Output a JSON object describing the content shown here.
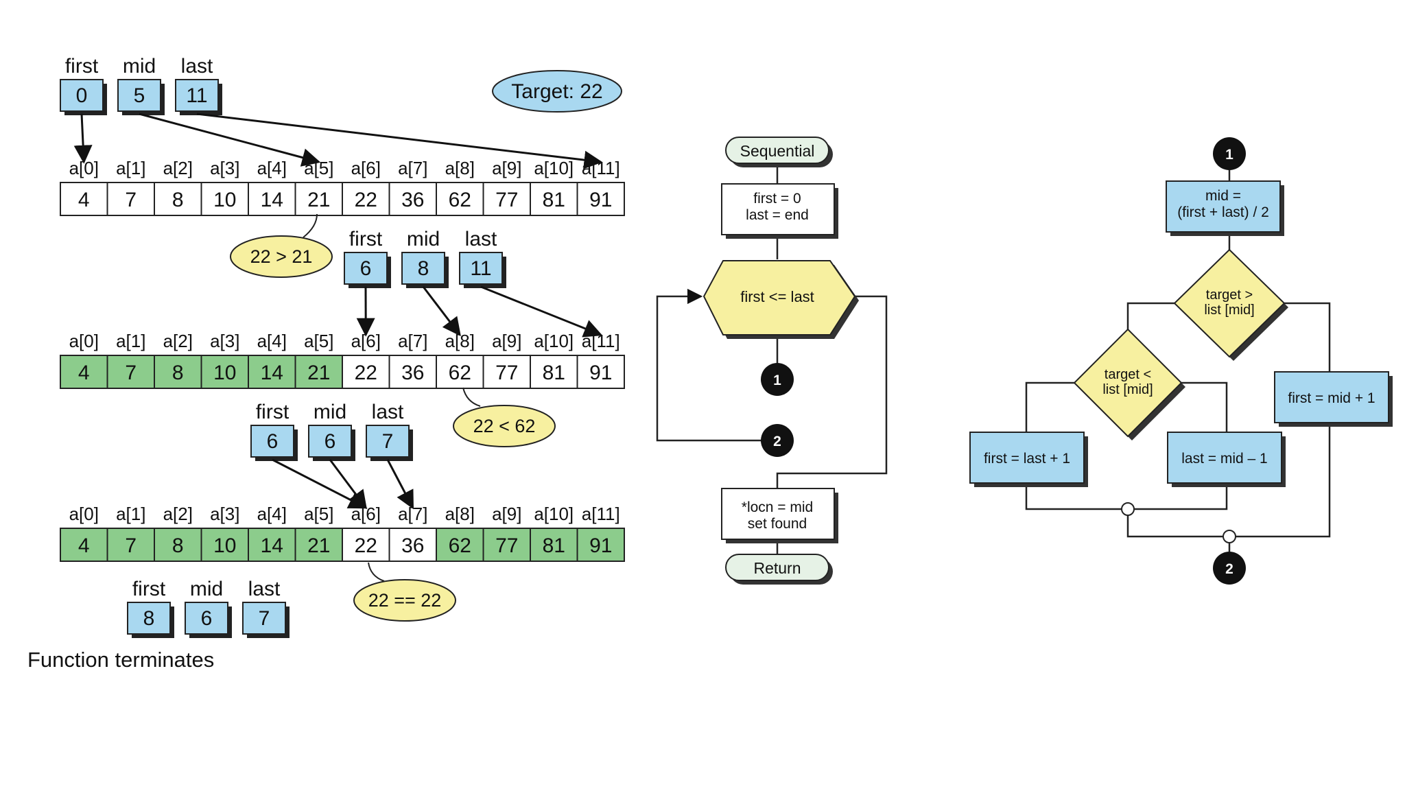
{
  "target_label": "Target: 22",
  "pointer_names": [
    "first",
    "mid",
    "last"
  ],
  "index_labels": [
    "a[0]",
    "a[1]",
    "a[2]",
    "a[3]",
    "a[4]",
    "a[5]",
    "a[6]",
    "a[7]",
    "a[8]",
    "a[9]",
    "a[10]",
    "a[11]"
  ],
  "array_values": [
    "4",
    "7",
    "8",
    "10",
    "14",
    "21",
    "22",
    "36",
    "62",
    "77",
    "81",
    "91"
  ],
  "pointer_states": [
    {
      "first": "0",
      "mid": "5",
      "last": "11"
    },
    {
      "first": "6",
      "mid": "8",
      "last": "11"
    },
    {
      "first": "6",
      "mid": "6",
      "last": "7"
    },
    {
      "first": "8",
      "mid": "6",
      "last": "7"
    }
  ],
  "array_rows": [
    {
      "eliminated": []
    },
    {
      "eliminated": [
        0,
        1,
        2,
        3,
        4,
        5
      ]
    },
    {
      "eliminated": [
        0,
        1,
        2,
        3,
        4,
        5,
        8,
        9,
        10,
        11
      ]
    }
  ],
  "comparisons": [
    "22 > 21",
    "22 < 62",
    "22 == 22"
  ],
  "termination_text": "Function terminates",
  "sequential_flow": {
    "start": "Sequential",
    "init_line1": "first = 0",
    "init_line2": "last = end",
    "loop_condition": "first <= last",
    "connector_1": "1",
    "connector_2": "2",
    "found_line1": "*locn = mid",
    "found_line2": "set found",
    "end": "Return"
  },
  "detail_flow": {
    "connector_in": "1",
    "mid_line1": "mid =",
    "mid_line2": "(first + last) / 2",
    "gt_line1": "target >",
    "gt_line2": "list [mid]",
    "lt_line1": "target <",
    "lt_line2": "list [mid]",
    "first_mid_plus": "first = mid + 1",
    "first_last_plus": "first = last + 1",
    "last_mid_minus": "last = mid – 1",
    "connector_out": "2"
  },
  "colors": {
    "pointer_box": "#a9d8f0",
    "eliminated_cell": "#8ccc8c",
    "callout": "#f7f0a0",
    "decision": "#f7f0a0",
    "terminal": "#e6f2e6",
    "target_ellipse": "#a9d8f0"
  }
}
